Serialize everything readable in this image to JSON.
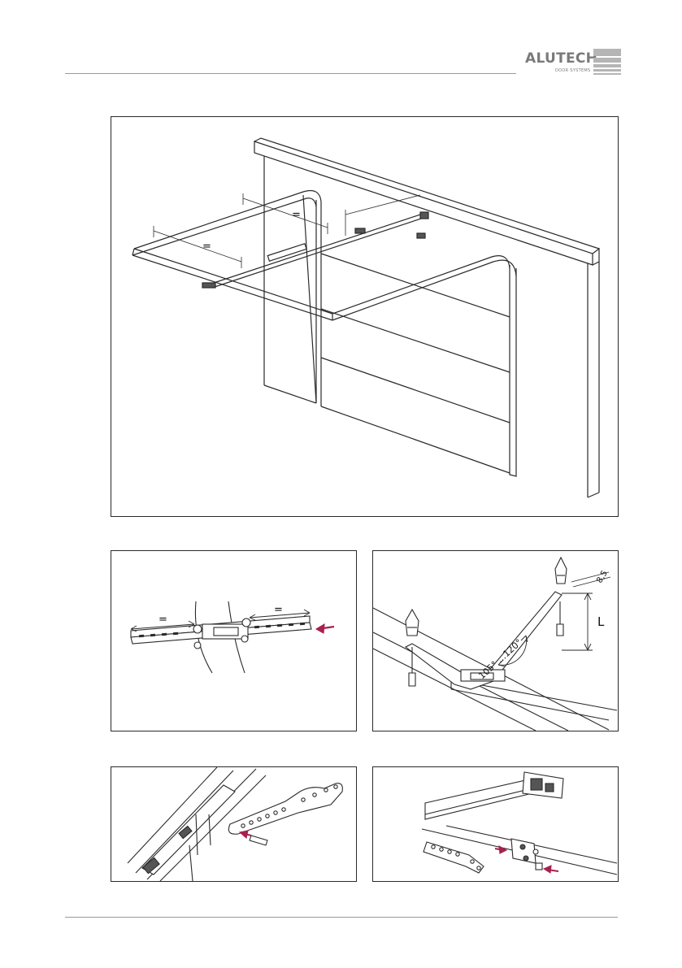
{
  "brand": {
    "name": "ALUTECH",
    "tagline": "DOOR SYSTEMS",
    "color": "#7a7a7a"
  },
  "figures": {
    "main": {
      "spacing_mark_1": "=",
      "spacing_mark_2": "="
    },
    "trolley": {
      "spacing_mark_left": "=",
      "spacing_mark_right": "="
    },
    "suspension": {
      "angle_label": "105° ...120°",
      "height_label": "L",
      "dimension_label": "8,5"
    }
  },
  "colors": {
    "line": "#2a2a2a",
    "arrow": "#a8204f"
  }
}
